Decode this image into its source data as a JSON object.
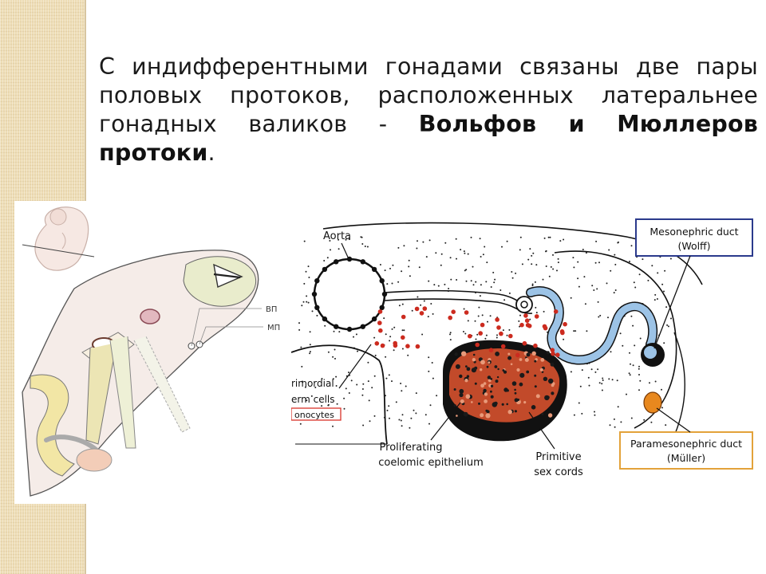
{
  "slide": {
    "text_before_bold": "С индифферентными гонадами связаны две пары половых протоков, расположенных латеральнее гонадных валиков - ",
    "text_bold": "Вольфов и Мюллеров протоки",
    "text_after_bold": "."
  },
  "left_figure": {
    "labels": {
      "vp": "ВП",
      "mp": "МП"
    }
  },
  "right_figure": {
    "labels": {
      "aorta": "Aorta",
      "mesonephric_line1": "Mesonephric duct",
      "mesonephric_line2": "(Wolff)",
      "primordial_line1": "rimordial",
      "primordial_line2": "erm cells",
      "primordial_line3": "onocytes",
      "proliferating_line1": "Proliferating",
      "proliferating_line2": "coelomic epithelium",
      "primitive_line1": "Primitive",
      "primitive_line2": "sex cords",
      "paramesonephric_line1": "Paramesonephric duct",
      "paramesonephric_line2": "(Müller)"
    },
    "colors": {
      "wolff_duct": "#9cc3e6",
      "muller_duct": "#e8881e",
      "germ_cells": "#cc2b1f",
      "mesonephric_box": "#2b3a8c",
      "paramesonephric_box": "#e3a23a",
      "primordial_box": "#d9332a"
    }
  }
}
